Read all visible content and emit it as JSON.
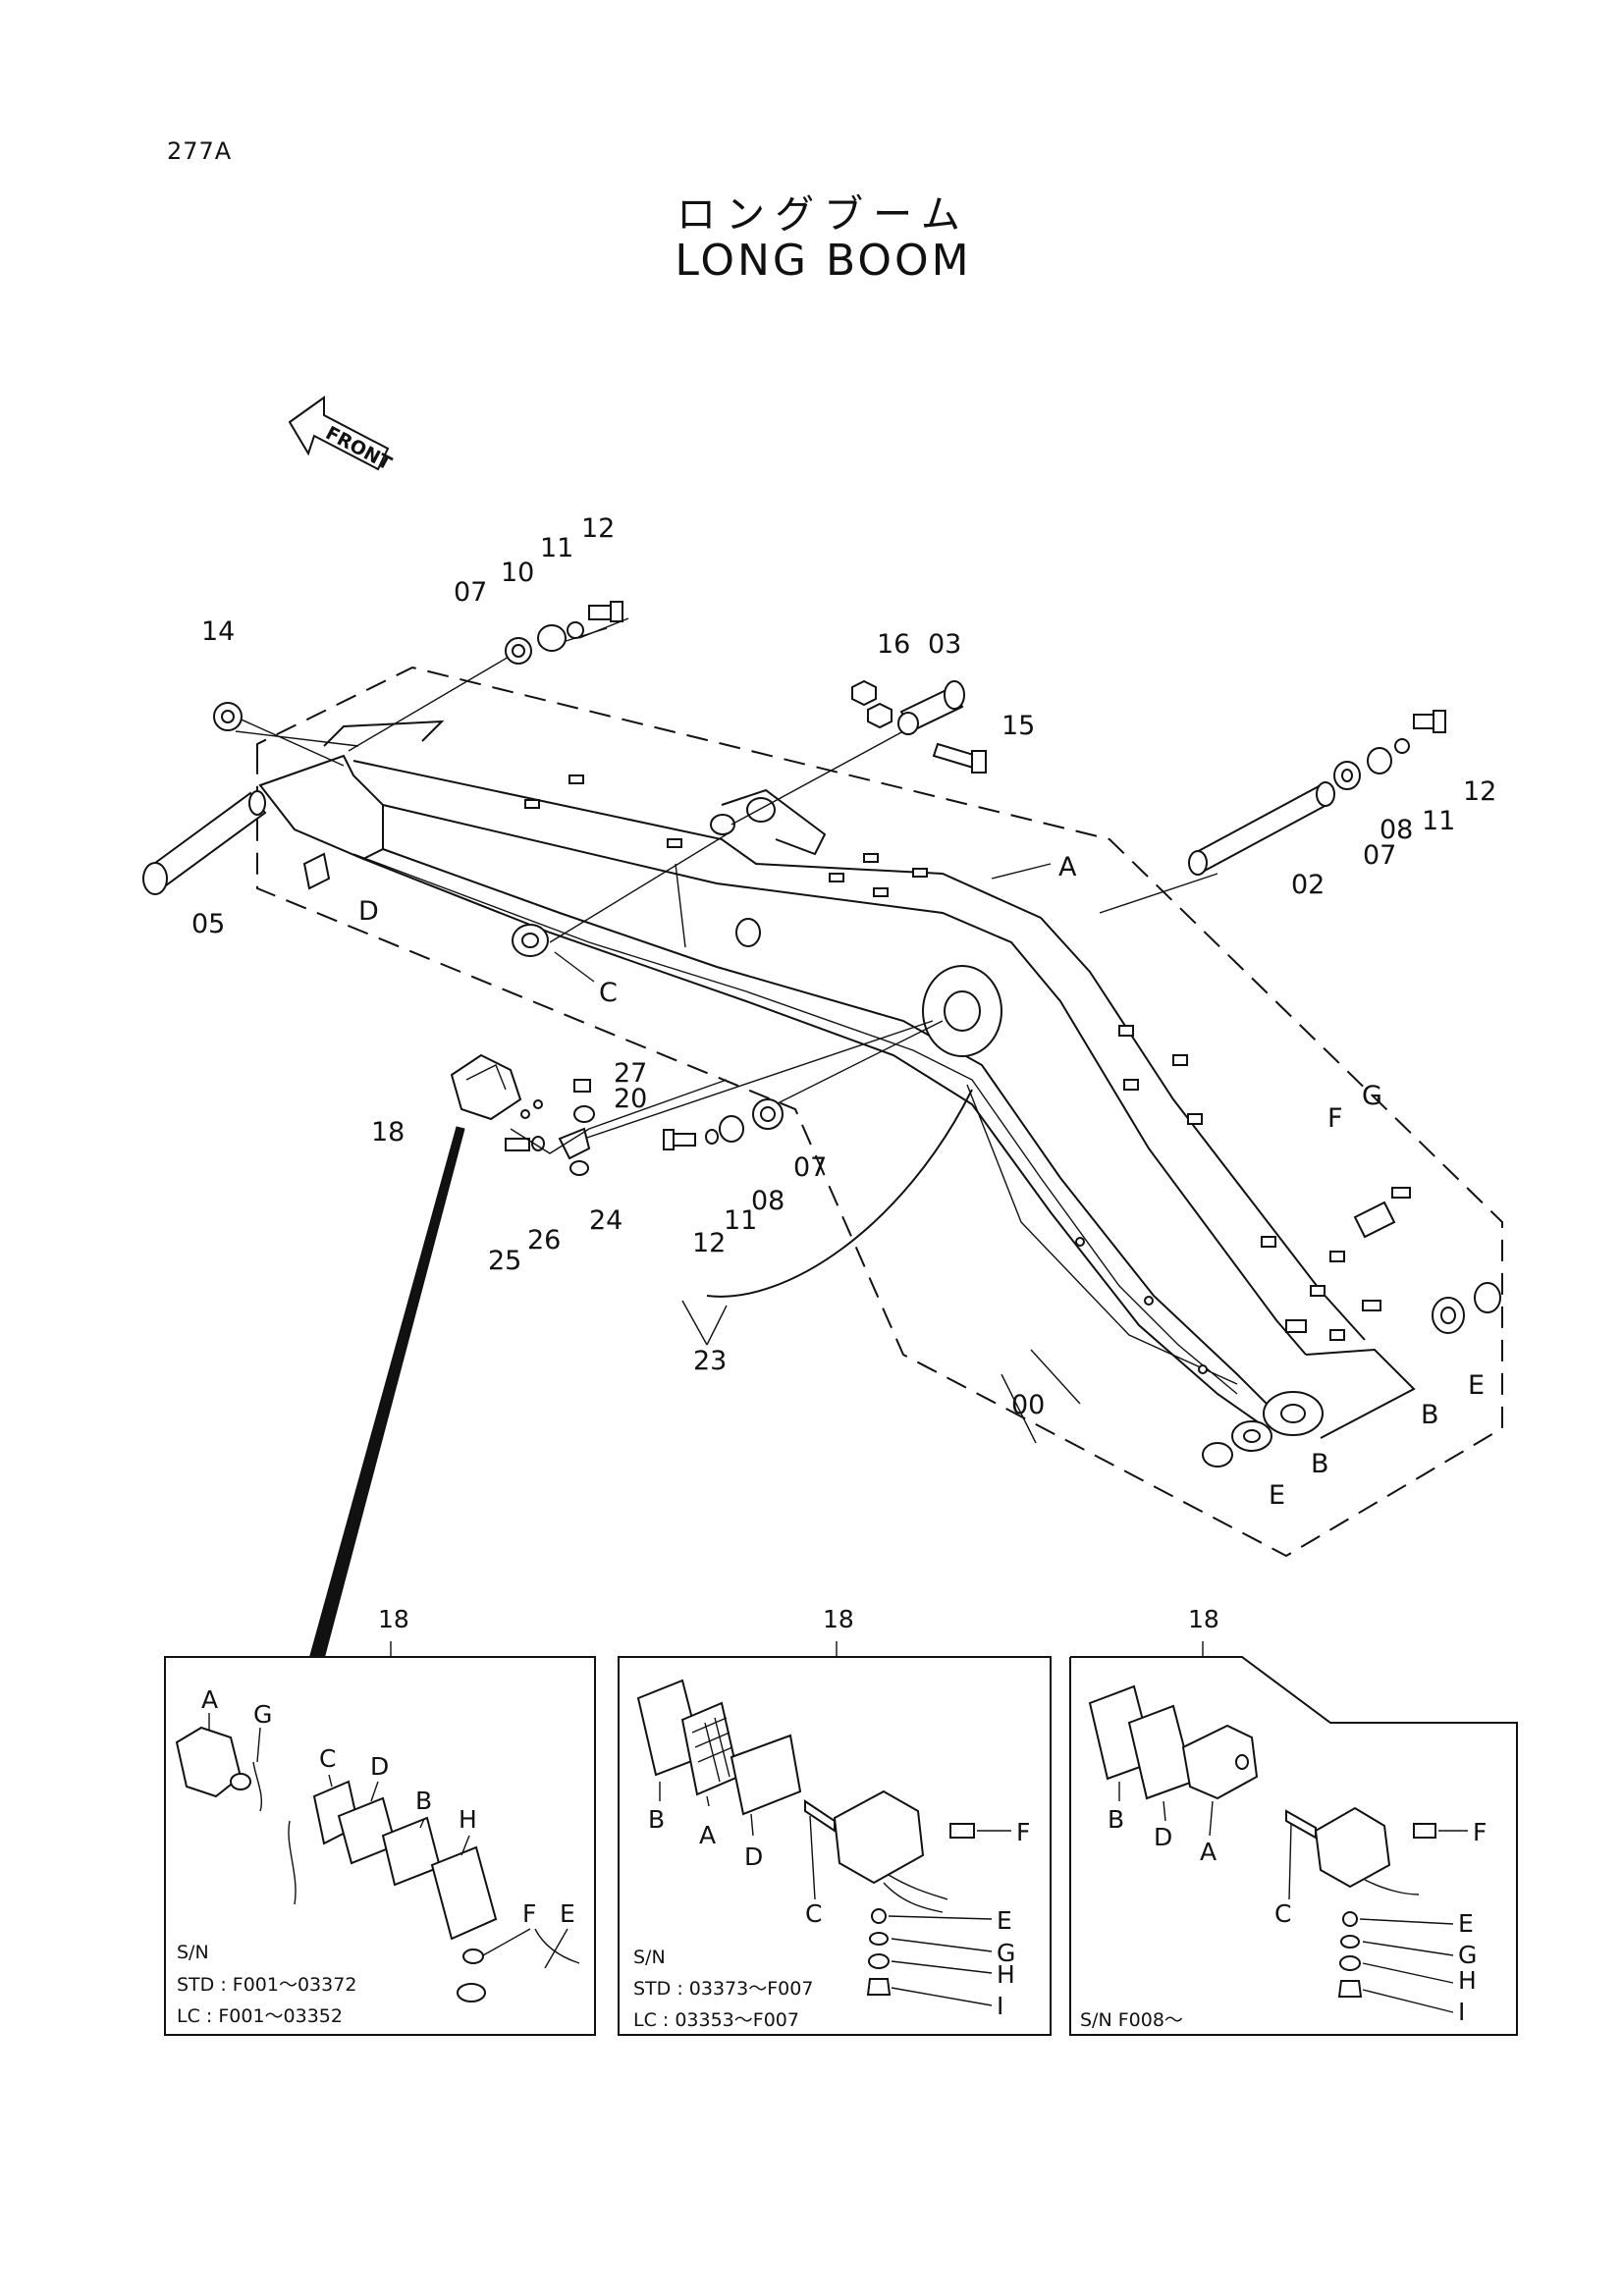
{
  "page_code": "277A",
  "title_jp": "ロングブーム",
  "title_en": "LONG BOOM",
  "front_arrow": "FRONT",
  "main_callouts": {
    "c00": "00",
    "c02": "02",
    "c03": "03",
    "c05": "05",
    "c07a": "07",
    "c07b": "07",
    "c07c": "07",
    "c08a": "08",
    "c08b": "08",
    "c10": "10",
    "c11a": "11",
    "c11b": "11",
    "c11c": "11",
    "c12a": "12",
    "c12b": "12",
    "c12c": "12",
    "c14": "14",
    "c15": "15",
    "c16": "16",
    "c18": "18",
    "c20": "20",
    "c23": "23",
    "c24": "24",
    "c25": "25",
    "c26": "26",
    "c27": "27",
    "A": "A",
    "B1": "B",
    "B2": "B",
    "C": "C",
    "D": "D",
    "E1": "E",
    "E2": "E",
    "F": "F",
    "G": "G"
  },
  "insets": [
    {
      "number": "18",
      "labels": {
        "A": "A",
        "G": "G",
        "C": "C",
        "D": "D",
        "B": "B",
        "H": "H",
        "F": "F",
        "E": "E"
      },
      "sn_lines": [
        "S/N",
        "STD : F001～03372",
        "LC  : F001～03352"
      ]
    },
    {
      "number": "18",
      "labels": {
        "B": "B",
        "A": "A",
        "D": "D",
        "C": "C",
        "F": "F",
        "E": "E",
        "G": "G",
        "H": "H",
        "I": "I"
      },
      "sn_lines": [
        "S/N",
        "STD : 03373～F007",
        "LC  : 03353～F007"
      ]
    },
    {
      "number": "18",
      "labels": {
        "B": "B",
        "D": "D",
        "A": "A",
        "C": "C",
        "F": "F",
        "E": "E",
        "G": "G",
        "H": "H",
        "I": "I"
      },
      "sn_lines": [
        "S/N  F008～"
      ]
    }
  ]
}
